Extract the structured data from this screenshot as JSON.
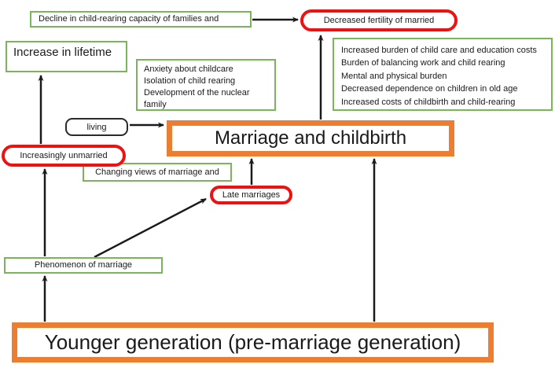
{
  "diagram": {
    "title_node": "Marriage and childbirth",
    "boxes": {
      "decline": {
        "label": "Decline in child-rearing capacity of families and"
      },
      "lifetime": {
        "label": "Increase in lifetime"
      },
      "anxiety": {
        "lines": [
          "Anxiety about childcare",
          "Isolation of child rearing",
          "Development of the nuclear family"
        ]
      },
      "burden": {
        "lines": [
          "Increased burden of child care and education costs",
          "Burden of balancing work and child rearing",
          "Mental and physical burden",
          "Decreased dependence on children in old age",
          "Increased costs of childbirth and child-rearing"
        ]
      },
      "living": {
        "label": "living"
      },
      "marriage": {
        "label": "Marriage and childbirth"
      },
      "changing": {
        "label": "Changing views of marriage and"
      },
      "phenomenon": {
        "label": "Phenomenon of marriage"
      },
      "younger": {
        "label": "Younger generation (pre-marriage generation)"
      }
    },
    "ellipses": {
      "unmarried": {
        "label": "Increasingly unmarried"
      },
      "fertility": {
        "label": "Decreased fertility of married"
      },
      "late": {
        "label": "Late marriages"
      }
    },
    "colors": {
      "green_border": "#7CB45B",
      "orange_border": "#ED7D31",
      "red_stroke": "#EE1111",
      "arrow": "#1a1a1a"
    }
  }
}
